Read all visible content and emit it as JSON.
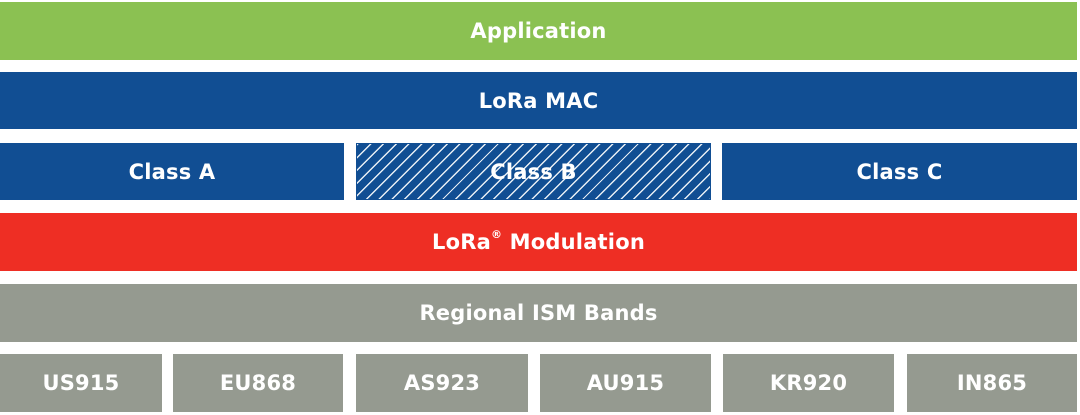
{
  "diagram": {
    "application": "Application",
    "mac": "LoRa MAC",
    "classes": [
      "Class A",
      "Class B",
      "Class C"
    ],
    "modulation": {
      "text": "LoRa",
      "mark": "®",
      "suffix": " Modulation"
    },
    "ism": "Regional ISM Bands",
    "bands": [
      "US915",
      "EU868",
      "AS923",
      "AU915",
      "KR920",
      "IN865"
    ]
  },
  "colors": {
    "application": "#8bc152",
    "mac": "#114e93",
    "modulation": "#ee2e24",
    "ism": "#959a90"
  }
}
